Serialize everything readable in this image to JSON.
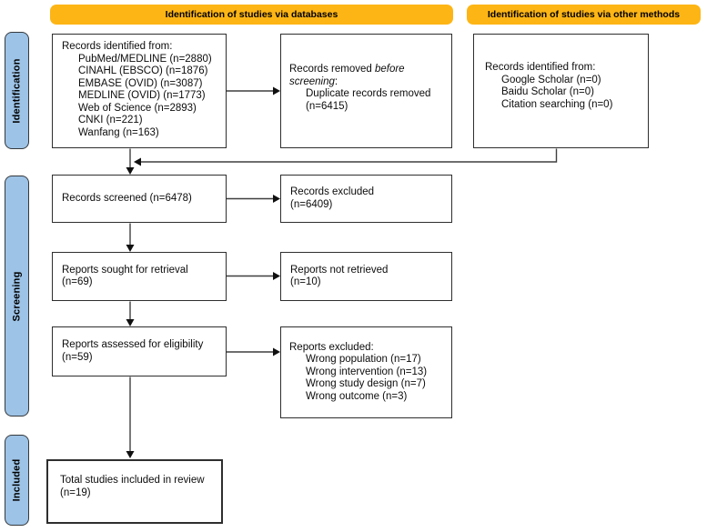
{
  "colors": {
    "header_bg": "#FDB515",
    "stage_bg": "#9DC3E6",
    "box_border": "#2E2E2E",
    "connector": "#3F3F3F",
    "arrowhead": "#101010"
  },
  "headers": [
    {
      "id": "databases",
      "label": "Identification of studies via databases"
    },
    {
      "id": "other-methods",
      "label": "Identification of studies via other methods"
    }
  ],
  "stages": [
    {
      "id": "identification",
      "label": "Identification"
    },
    {
      "id": "screening",
      "label": "Screening"
    },
    {
      "id": "included",
      "label": "Included"
    }
  ],
  "boxes": [
    {
      "id": "records-identified-databases",
      "lines": [
        {
          "parts": [
            {
              "t": "Records identified from:"
            }
          ]
        },
        {
          "indent": true,
          "parts": [
            {
              "t": "PubMed/MEDLINE (n=2880)"
            }
          ]
        },
        {
          "indent": true,
          "parts": [
            {
              "t": "CINAHL (EBSCO) (n=1876)"
            }
          ]
        },
        {
          "indent": true,
          "parts": [
            {
              "t": "EMBASE (OVID) (n=3087)"
            }
          ]
        },
        {
          "indent": true,
          "parts": [
            {
              "t": "MEDLINE (OVID) (n=1773)"
            }
          ]
        },
        {
          "indent": true,
          "parts": [
            {
              "t": "Web of Science (n=2893)"
            }
          ]
        },
        {
          "indent": true,
          "parts": [
            {
              "t": "CNKI (n=221)"
            }
          ]
        },
        {
          "indent": true,
          "parts": [
            {
              "t": "Wanfang (n=163)"
            }
          ]
        }
      ]
    },
    {
      "id": "records-removed",
      "lines": [
        {
          "parts": [
            {
              "t": "Records removed "
            },
            {
              "t": "before",
              "italic": true
            }
          ]
        },
        {
          "parts": [
            {
              "t": "screening",
              "italic": true
            },
            {
              "t": ":"
            }
          ]
        },
        {
          "indent": true,
          "parts": [
            {
              "t": "Duplicate records removed"
            }
          ]
        },
        {
          "indent": true,
          "parts": [
            {
              "t": "(n=6415)"
            }
          ]
        }
      ]
    },
    {
      "id": "records-identified-other",
      "lines": [
        {
          "parts": [
            {
              "t": "Records identified from:"
            }
          ]
        },
        {
          "indent": true,
          "parts": [
            {
              "t": "Google Scholar (n=0)"
            }
          ]
        },
        {
          "indent": true,
          "parts": [
            {
              "t": "Baidu Scholar (n=0)"
            }
          ]
        },
        {
          "indent": true,
          "parts": [
            {
              "t": "Citation searching (n=0)"
            }
          ]
        }
      ]
    },
    {
      "id": "records-screened",
      "lines": [
        {
          "parts": [
            {
              "t": "Records screened (n=6478)"
            }
          ]
        }
      ]
    },
    {
      "id": "records-excluded",
      "lines": [
        {
          "parts": [
            {
              "t": "Records excluded"
            }
          ]
        },
        {
          "parts": [
            {
              "t": "(n=6409)"
            }
          ]
        }
      ]
    },
    {
      "id": "reports-sought",
      "lines": [
        {
          "parts": [
            {
              "t": "Reports sought for retrieval"
            }
          ]
        },
        {
          "parts": [
            {
              "t": "(n=69)"
            }
          ]
        }
      ]
    },
    {
      "id": "reports-not-retrieved",
      "lines": [
        {
          "parts": [
            {
              "t": "Reports not retrieved"
            }
          ]
        },
        {
          "parts": [
            {
              "t": "(n=10)"
            }
          ]
        }
      ]
    },
    {
      "id": "reports-assessed",
      "lines": [
        {
          "parts": [
            {
              "t": "Reports assessed for eligibility"
            }
          ]
        },
        {
          "parts": [
            {
              "t": "(n=59)"
            }
          ]
        }
      ]
    },
    {
      "id": "reports-excluded",
      "lines": [
        {
          "parts": [
            {
              "t": "Reports excluded:"
            }
          ]
        },
        {
          "indent": true,
          "parts": [
            {
              "t": "Wrong population (n=17)"
            }
          ]
        },
        {
          "indent": true,
          "parts": [
            {
              "t": "Wrong intervention (n=13)"
            }
          ]
        },
        {
          "indent": true,
          "parts": [
            {
              "t": "Wrong study design (n=7)"
            }
          ]
        },
        {
          "indent": true,
          "parts": [
            {
              "t": "Wrong outcome (n=3)"
            }
          ]
        }
      ]
    },
    {
      "id": "total-included",
      "lines": [
        {
          "parts": [
            {
              "t": "Total studies included in review"
            }
          ]
        },
        {
          "parts": [
            {
              "t": "(n=19)"
            }
          ]
        }
      ]
    }
  ]
}
